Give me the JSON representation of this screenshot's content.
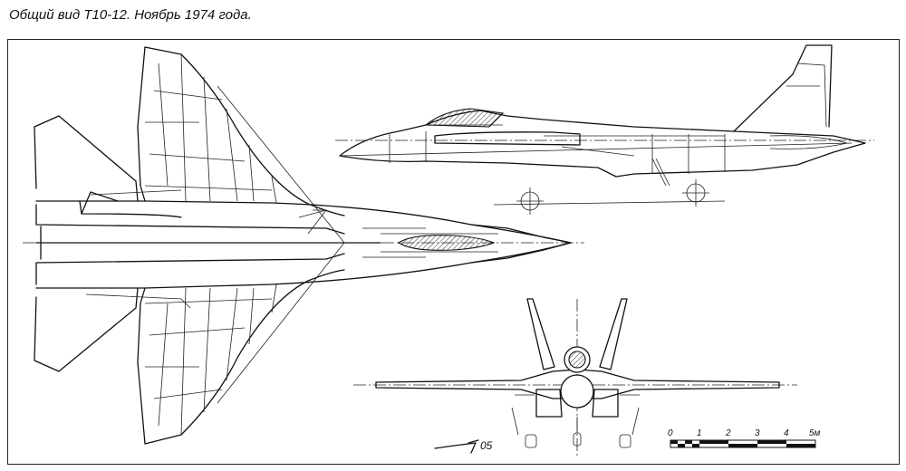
{
  "caption": "Общий вид Т10-12. Ноябрь 1974 года.",
  "scale": {
    "ticks": [
      "0",
      "1",
      "2",
      "3",
      "4",
      "5м"
    ]
  },
  "signature": "05"
}
